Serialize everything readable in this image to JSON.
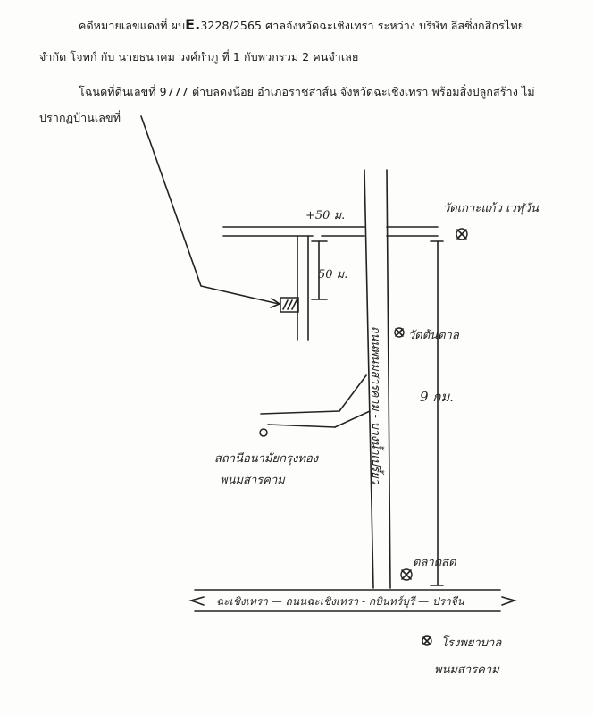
{
  "header": {
    "line1_prefix": "คดีหมายเลขแดงที่ ผบ",
    "line1_e": "E.",
    "line1_rest": "3228/2565 ศาลจังหวัดฉะเชิงเทรา  ระหว่าง บริษัท ลีสซิ่งกสิกรไทย",
    "line2": "จำกัด   โจทก์ กับ นายธนาคม  วงศ์กำภู ที่ 1 กับพวกรวม 2 คนจำเลย",
    "line3": "โฉนดที่ดินเลขที่ 9777 ตำบลดงน้อย อำเภอราชสาส์น จังหวัดฉะเชิงเทรา พร้อมสิ่งปลูกสร้าง ไม่",
    "line4": "ปรากฏบ้านเลขที่"
  },
  "map": {
    "dist_top": "+50 ม.",
    "dist_side": "50 ม.",
    "dist_main": "9 กม.",
    "temple_top": "วัดเกาะแก้ว เวฬุวัน",
    "temple_mid": "วัดต้นตาล",
    "main_road": "ถนนพนมสารคาม - บางน้ำเปรี้ยว",
    "branch_label_1": "สถานีอนามัยกรุงทอง",
    "branch_label_2": "พนมสารคาม",
    "market": "ตลาดสด",
    "bottom_road": "ฉะเชิงเทรา — ถนนฉะเชิงเทรา - กบินทร์บุรี — ปราจีน",
    "hospital_1": "โรงพยาบาล",
    "hospital_2": "พนมสารคาม"
  }
}
